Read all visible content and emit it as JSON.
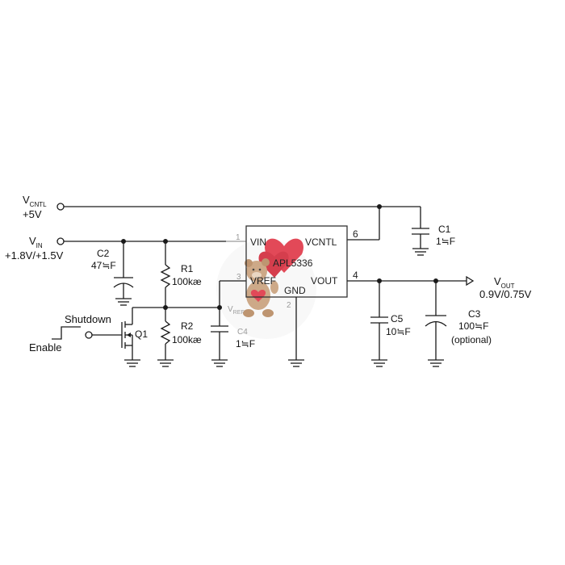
{
  "inputs": {
    "vcntl_main": "V",
    "vcntl_sub": "CNTL",
    "vcntl_value": "+5V",
    "vin_main": "V",
    "vin_sub": "IN",
    "vin_value": "+1.8V/+1.5V"
  },
  "output": {
    "vout_main": "V",
    "vout_sub": "OUT",
    "vout_value": "0.9V/0.75V"
  },
  "ic": {
    "name": "APL5336",
    "pin_vin": "VIN",
    "pin_vcntl": "VCNTL",
    "pin_vref": "VREF",
    "pin_vout": "VOUT",
    "pin_gnd": "GND",
    "pin1": "1",
    "pin2": "2",
    "pin3": "3",
    "pin4": "4",
    "pin6": "6"
  },
  "vref_node": {
    "main": "V",
    "sub": "REF"
  },
  "components": {
    "c1_name": "C1",
    "c1_value": "1≒F",
    "c2_name": "C2",
    "c2_value": "47≒F",
    "c3_name": "C3",
    "c3_value": "100≒F",
    "c3_note": "(optional)",
    "c4_name": "C4",
    "c4_value": "1≒F",
    "c5_name": "C5",
    "c5_value": "10≒F",
    "r1_name": "R1",
    "r1_value": "100kæ",
    "r2_name": "R2",
    "r2_value": "100kæ",
    "q1_name": "Q1"
  },
  "control": {
    "shutdown": "Shutdown",
    "enable": "Enable"
  },
  "colors": {
    "wire": "#1a1a1a",
    "ic_outline": "#333333",
    "pin_gray": "#9a9a9a",
    "heart_red": "#e03a4a",
    "bear_brown": "#c9a27e"
  }
}
